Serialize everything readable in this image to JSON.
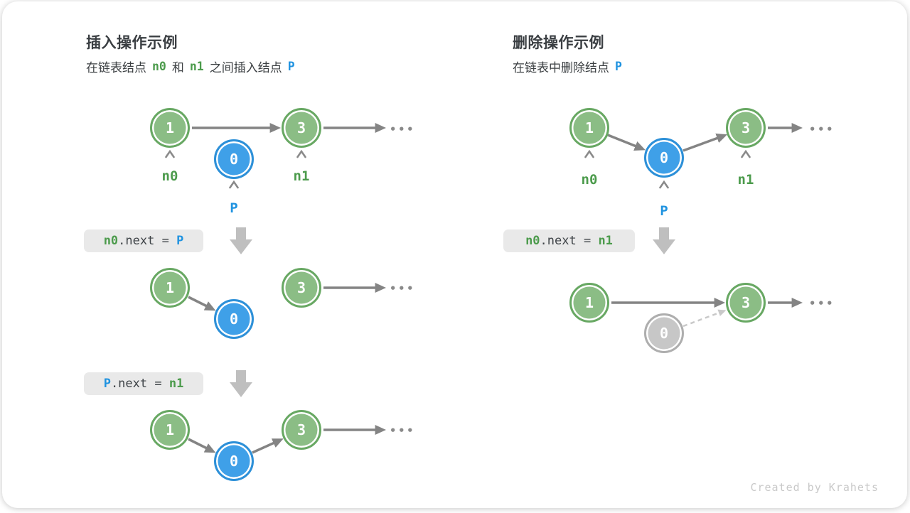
{
  "figure": {
    "credit": "Created by Krahets"
  },
  "icons": {
    "ellipsis": "•••"
  },
  "colors": {
    "node_green_fill": "#8bbd85",
    "node_green_border": "#68a863",
    "node_blue_fill": "#3fa0e8",
    "node_blue_border": "#2d90d8",
    "node_gray_fill": "#c7c7c7",
    "arrow_gray": "#848484",
    "dashed_gray": "#c9c9c9",
    "code_box_bg": "#e9e9e9",
    "token_green": "#4c9b4c",
    "token_blue": "#2093e0"
  },
  "insert": {
    "title": "插入操作示例",
    "subtitle": {
      "s1": "在链表结点",
      "n0": "n0",
      "s2": "和",
      "n1": "n1",
      "s3": "之间插入结点",
      "p": "P"
    },
    "labels": {
      "n0": "n0",
      "n1": "n1",
      "p": "P"
    },
    "code1": {
      "t1": "n0",
      "t2": ".next = ",
      "t3": "P"
    },
    "code2": {
      "t1": "P",
      "t2": ".next = ",
      "t3": "n1"
    },
    "d1": {
      "a": "1",
      "b": "0",
      "c": "3"
    },
    "d2": {
      "a": "1",
      "b": "0",
      "c": "3"
    },
    "d3": {
      "a": "1",
      "b": "0",
      "c": "3"
    }
  },
  "delete": {
    "title": "删除操作示例",
    "subtitle": {
      "s1": "在链表中删除结点",
      "p": "P"
    },
    "labels": {
      "n0": "n0",
      "n1": "n1",
      "p": "P"
    },
    "code1": {
      "t1": "n0",
      "t2": ".next = ",
      "t3": "n1"
    },
    "d1": {
      "a": "1",
      "b": "0",
      "c": "3"
    },
    "d2": {
      "a": "1",
      "b": "0",
      "c": "3"
    }
  }
}
